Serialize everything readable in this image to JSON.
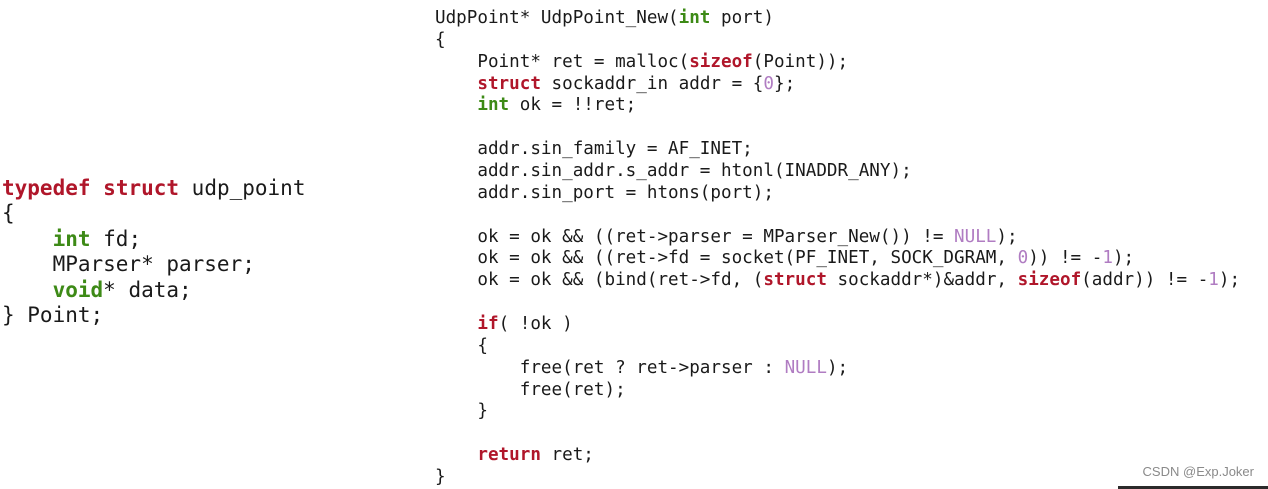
{
  "colors": {
    "keyword": "#b0162a",
    "type": "#3d8a16",
    "number": "#b07cc2",
    "text": "#1a1a1a"
  },
  "struct_code": [
    [
      {
        "c": "k",
        "s": "typedef"
      },
      {
        "c": "",
        "s": " "
      },
      {
        "c": "k",
        "s": "struct"
      },
      {
        "c": "",
        "s": " udp_point"
      }
    ],
    [
      {
        "c": "",
        "s": "{"
      }
    ],
    [
      {
        "c": "",
        "s": "    "
      },
      {
        "c": "t",
        "s": "int"
      },
      {
        "c": "",
        "s": " fd;"
      }
    ],
    [
      {
        "c": "",
        "s": "    MParser* parser;"
      }
    ],
    [
      {
        "c": "",
        "s": "    "
      },
      {
        "c": "t",
        "s": "void"
      },
      {
        "c": "",
        "s": "* data;"
      }
    ],
    [
      {
        "c": "",
        "s": "} Point;"
      }
    ]
  ],
  "function_code": [
    [
      {
        "c": "",
        "s": "UdpPoint* UdpPoint_New("
      },
      {
        "c": "t",
        "s": "int"
      },
      {
        "c": "",
        "s": " port)"
      }
    ],
    [
      {
        "c": "",
        "s": "{"
      }
    ],
    [
      {
        "c": "",
        "s": "    Point* ret = malloc("
      },
      {
        "c": "k",
        "s": "sizeof"
      },
      {
        "c": "",
        "s": "(Point));"
      }
    ],
    [
      {
        "c": "",
        "s": "    "
      },
      {
        "c": "k",
        "s": "struct"
      },
      {
        "c": "",
        "s": " sockaddr_in addr = {"
      },
      {
        "c": "n",
        "s": "0"
      },
      {
        "c": "",
        "s": "};"
      }
    ],
    [
      {
        "c": "",
        "s": "    "
      },
      {
        "c": "t",
        "s": "int"
      },
      {
        "c": "",
        "s": " ok = !!ret;"
      }
    ],
    [],
    [
      {
        "c": "",
        "s": "    addr.sin_family = AF_INET;"
      }
    ],
    [
      {
        "c": "",
        "s": "    addr.sin_addr.s_addr = htonl(INADDR_ANY);"
      }
    ],
    [
      {
        "c": "",
        "s": "    addr.sin_port = htons(port);"
      }
    ],
    [],
    [
      {
        "c": "",
        "s": "    ok = ok && ((ret->parser = MParser_New()) != "
      },
      {
        "c": "n",
        "s": "NULL"
      },
      {
        "c": "",
        "s": ");"
      }
    ],
    [
      {
        "c": "",
        "s": "    ok = ok && ((ret->fd = socket(PF_INET, SOCK_DGRAM, "
      },
      {
        "c": "n",
        "s": "0"
      },
      {
        "c": "",
        "s": ")) != -"
      },
      {
        "c": "n",
        "s": "1"
      },
      {
        "c": "",
        "s": ");"
      }
    ],
    [
      {
        "c": "",
        "s": "    ok = ok && (bind(ret->fd, ("
      },
      {
        "c": "k",
        "s": "struct"
      },
      {
        "c": "",
        "s": " sockaddr*)&addr, "
      },
      {
        "c": "k",
        "s": "sizeof"
      },
      {
        "c": "",
        "s": "(addr)) != -"
      },
      {
        "c": "n",
        "s": "1"
      },
      {
        "c": "",
        "s": ");"
      }
    ],
    [],
    [
      {
        "c": "",
        "s": "    "
      },
      {
        "c": "k",
        "s": "if"
      },
      {
        "c": "",
        "s": "( !ok )"
      }
    ],
    [
      {
        "c": "",
        "s": "    {"
      }
    ],
    [
      {
        "c": "",
        "s": "        free(ret ? ret->parser : "
      },
      {
        "c": "n",
        "s": "NULL"
      },
      {
        "c": "",
        "s": ");"
      }
    ],
    [
      {
        "c": "",
        "s": "        free(ret);"
      }
    ],
    [
      {
        "c": "",
        "s": "    }"
      }
    ],
    [],
    [
      {
        "c": "",
        "s": "    "
      },
      {
        "c": "k",
        "s": "return"
      },
      {
        "c": "",
        "s": " ret;"
      }
    ],
    [
      {
        "c": "",
        "s": "}"
      }
    ]
  ],
  "watermark": "CSDN @Exp.Joker"
}
